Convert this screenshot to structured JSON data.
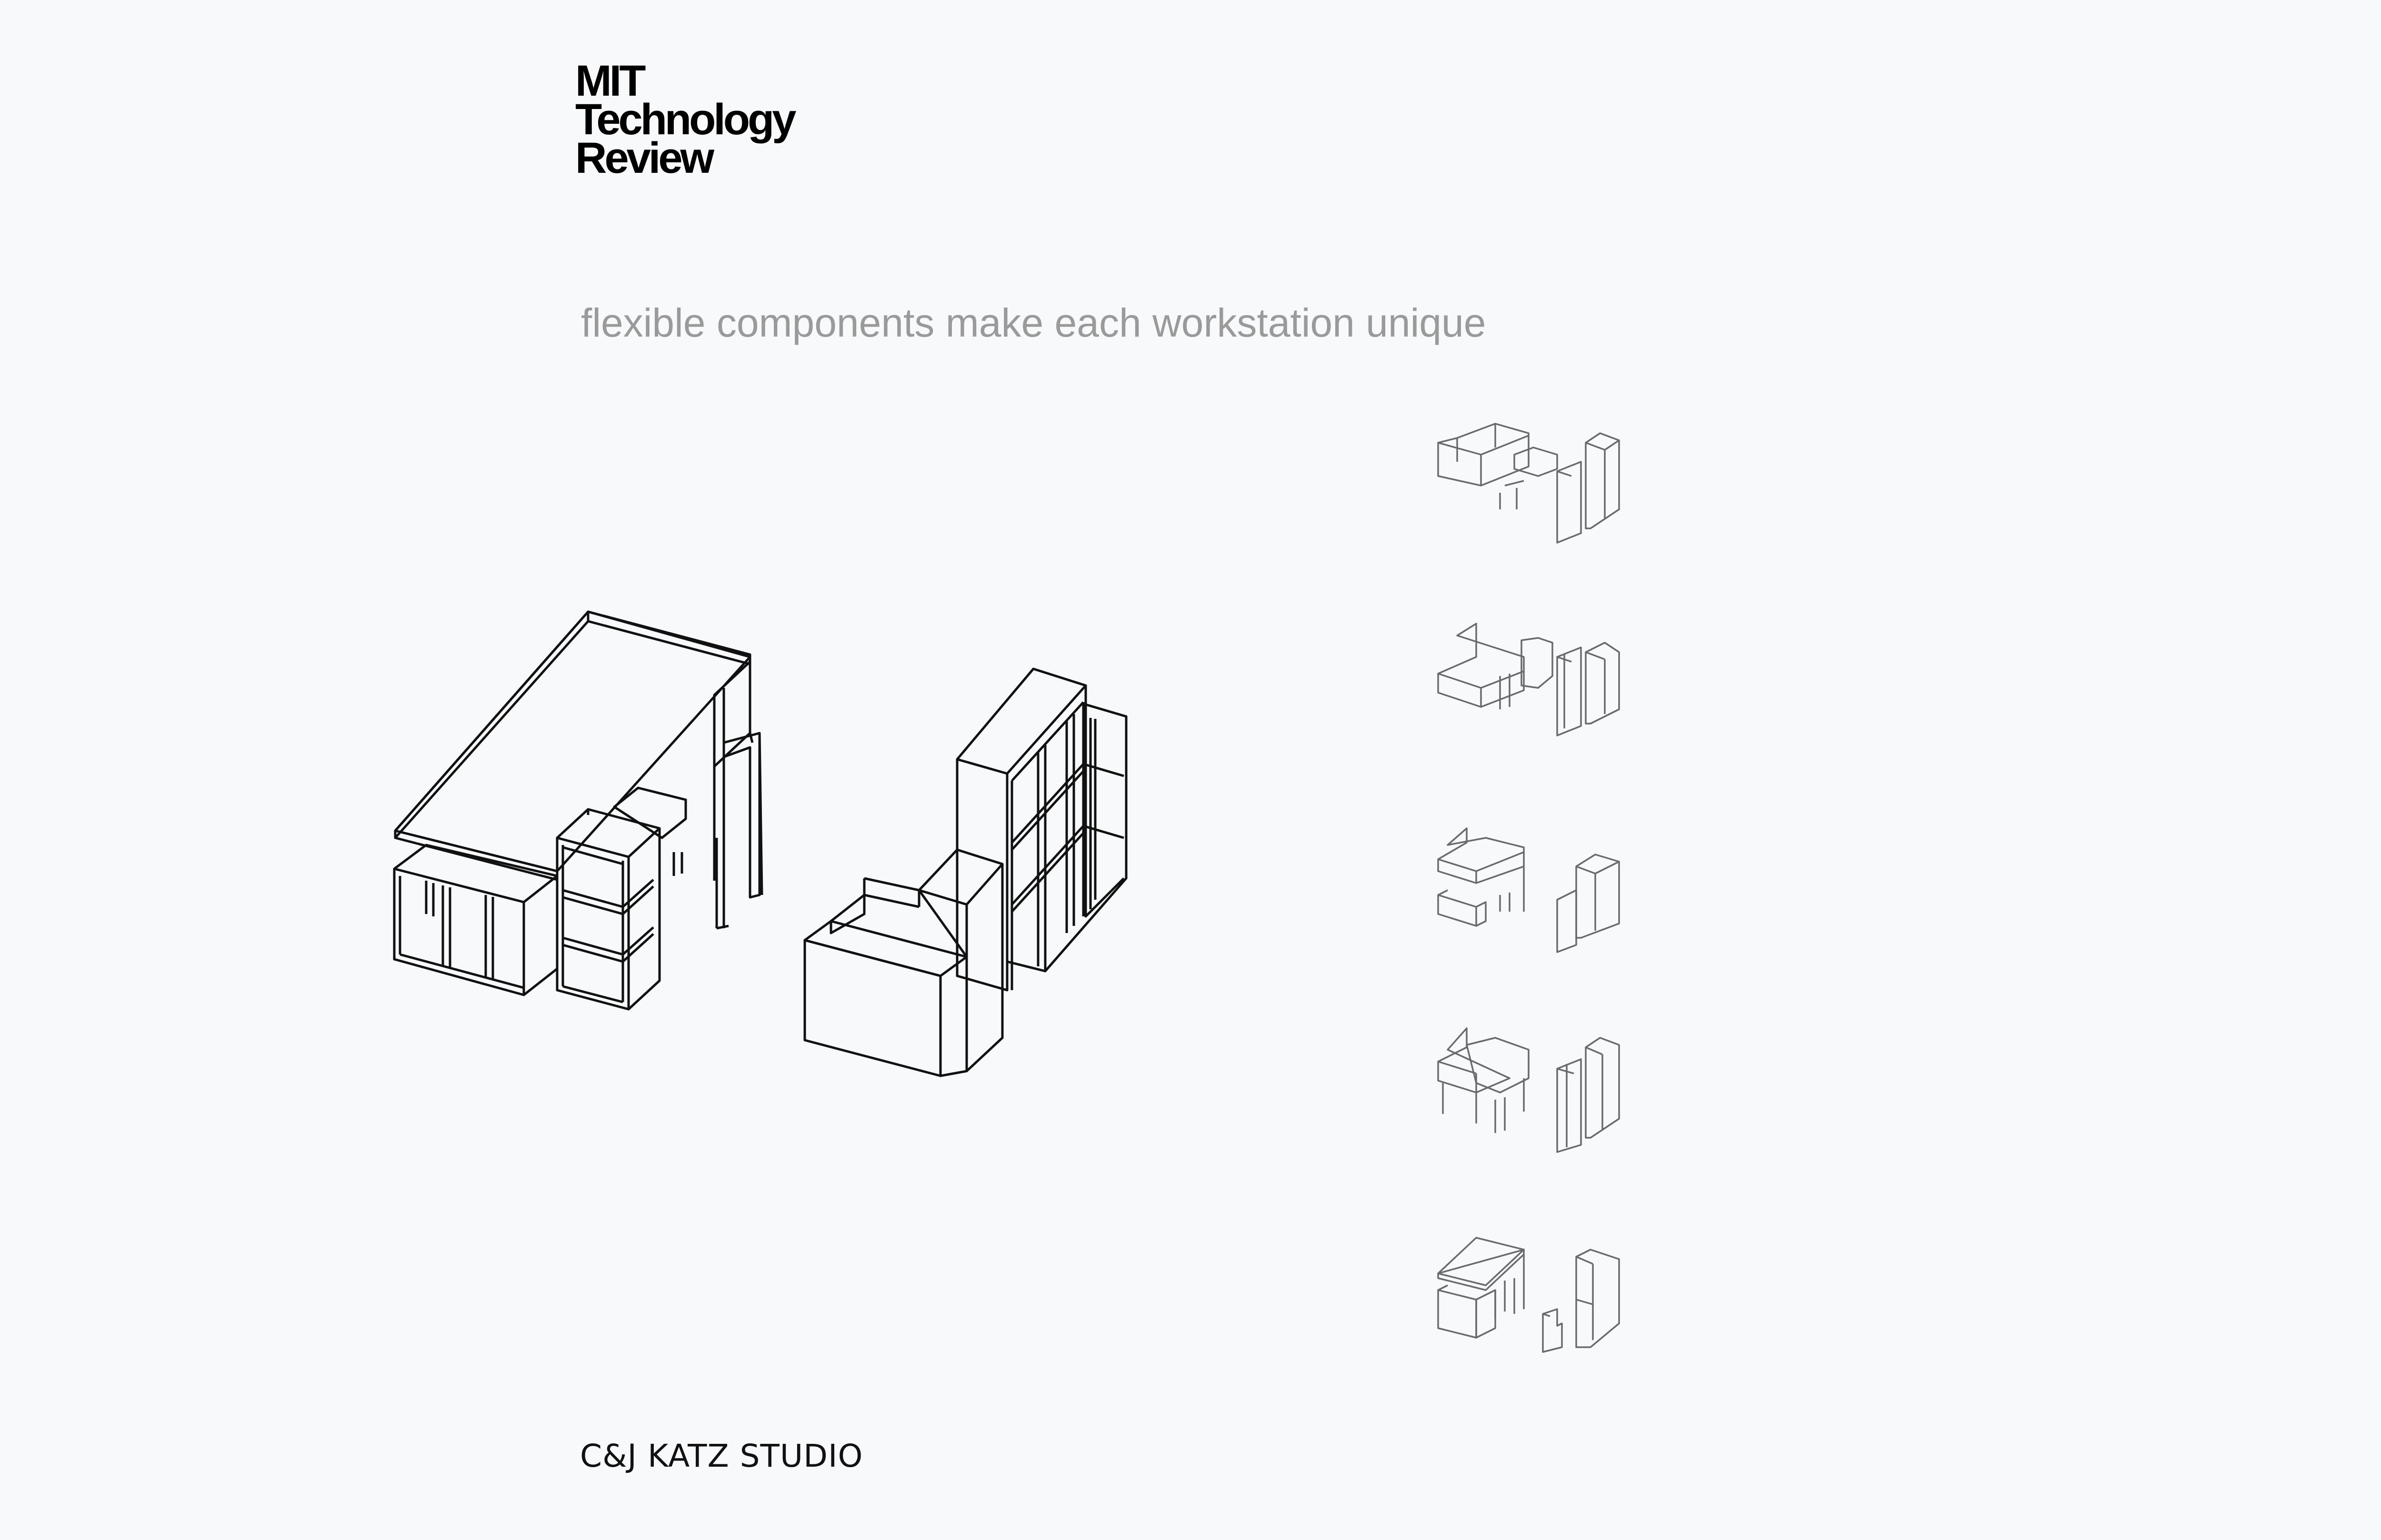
{
  "logo": {
    "line1": "MIT",
    "line2": "Technology",
    "line3": "Review"
  },
  "subtitle": "flexible components make each workstation unique",
  "studio": "C&J KATZ STUDIO",
  "colors": {
    "background": "#f8f9fb",
    "subtitle": "#9a9a9a",
    "drawing_stroke": "#111111",
    "thumbnail_stroke": "#6a6a6a"
  }
}
